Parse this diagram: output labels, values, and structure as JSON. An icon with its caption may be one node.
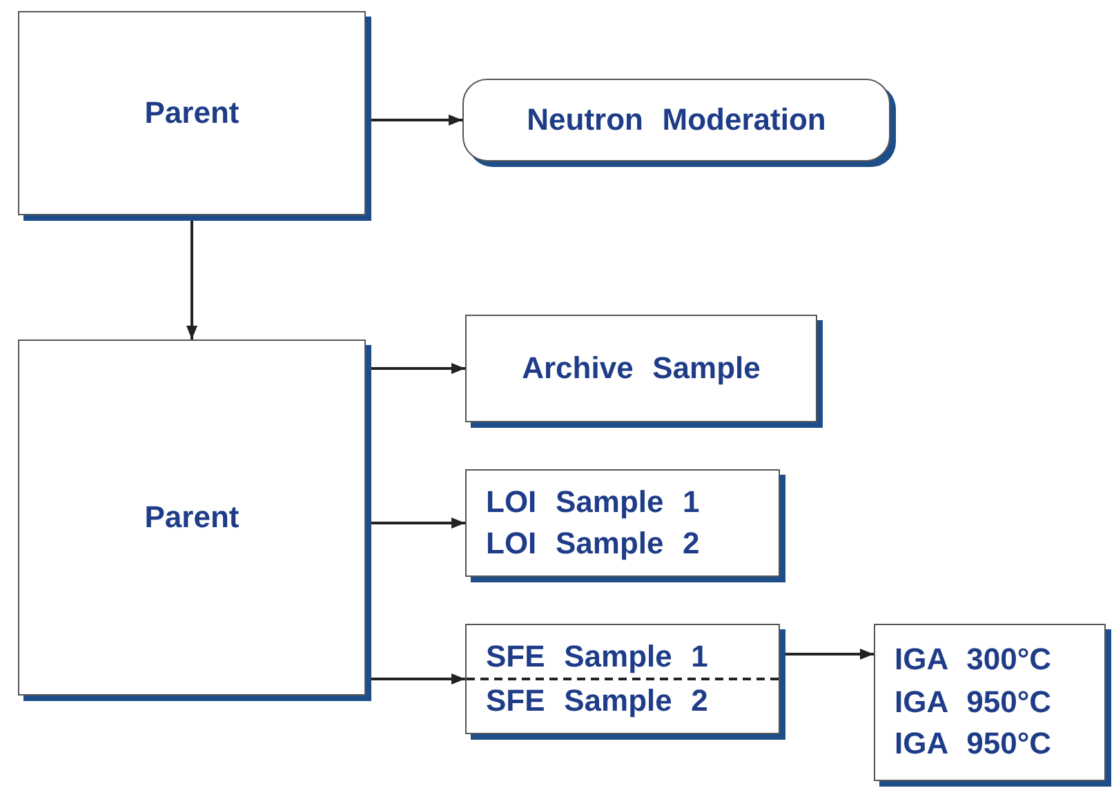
{
  "diagram": {
    "nodes": [
      {
        "text": [
          "Parent"
        ]
      },
      {
        "text": [
          "Neutron Moderation"
        ]
      },
      {
        "text": [
          "Parent"
        ]
      },
      {
        "text": [
          "Archive Sample"
        ]
      },
      {
        "text": [
          "LOI Sample 1",
          "LOI Sample 2"
        ]
      },
      {
        "text": [
          "SFE Sample 1",
          "SFE Sample 2"
        ]
      },
      {
        "text": [
          "IGA 300°C",
          "IGA 950°C",
          "IGA 950°C"
        ]
      }
    ],
    "edges": [
      {
        "from": 0,
        "to": 1,
        "arrow": "to"
      },
      {
        "from": 0,
        "to": 2,
        "arrow": "to"
      },
      {
        "from": 2,
        "to": 3,
        "arrow": "to"
      },
      {
        "from": 2,
        "to": 4,
        "arrow": "to"
      },
      {
        "from": 2,
        "to": 5,
        "arrow": "to"
      },
      {
        "from": 5,
        "to": 6,
        "arrow": "to"
      }
    ]
  }
}
